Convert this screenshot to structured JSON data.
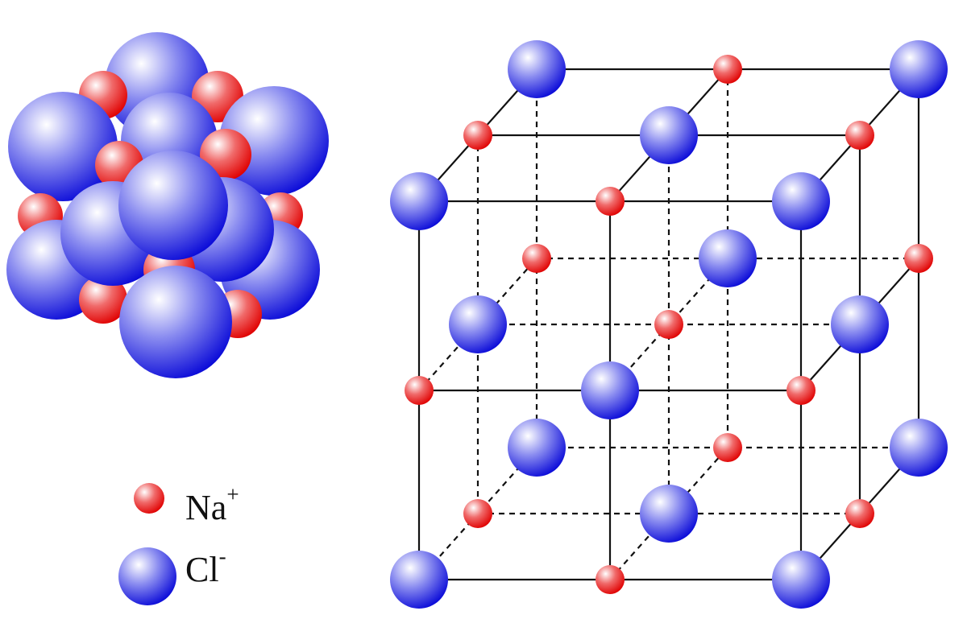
{
  "colors": {
    "cl_fill_light": "#ffffff",
    "cl_fill_mid": "#8a8cf0",
    "cl_fill_dark": "#0a0ad8",
    "na_fill_light": "#ffffff",
    "na_fill_mid": "#f06a6a",
    "na_fill_dark": "#e00000",
    "edge_line": "#111111"
  },
  "legend": {
    "na": {
      "text": "Na",
      "charge": "+"
    },
    "cl": {
      "text": "Cl",
      "charge": "-"
    }
  },
  "lattice": {
    "layers": [
      [
        "Cl",
        "Na",
        "Cl",
        "Na",
        "Cl",
        "Na",
        "Cl",
        "Na",
        "Cl"
      ],
      [
        "Na",
        "Cl",
        "Na",
        "Cl",
        "Na",
        "Cl",
        "Na",
        "Cl",
        "Na"
      ],
      [
        "Cl",
        "Na",
        "Cl",
        "Na",
        "Cl",
        "Na",
        "Cl",
        "Na",
        "Cl"
      ]
    ]
  }
}
